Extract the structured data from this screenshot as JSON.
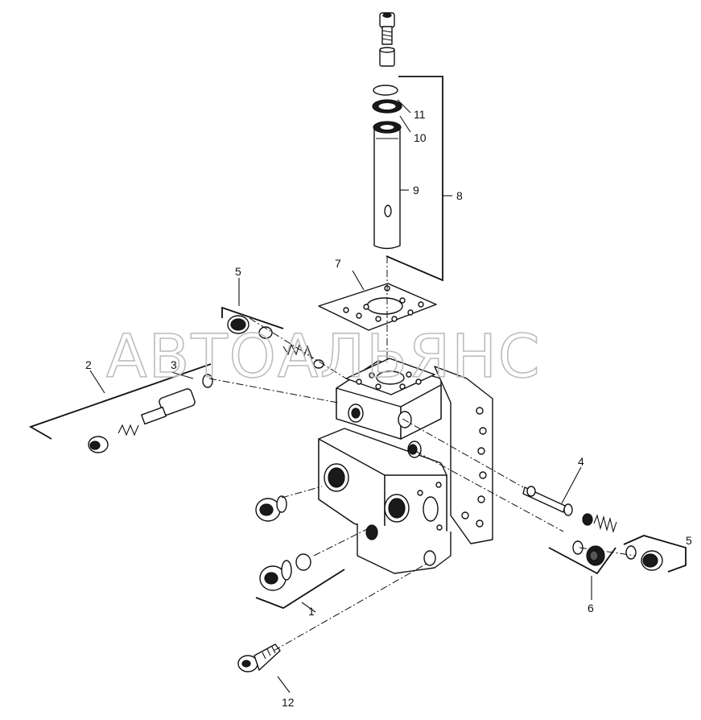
{
  "watermark": "АВТОАЛЬЯНС",
  "callouts": {
    "c1": "1",
    "c2": "2",
    "c3": "3",
    "c4": "4",
    "c5a": "5",
    "c5b": "5",
    "c6": "6",
    "c7": "7",
    "c8": "8",
    "c9": "9",
    "c10": "10",
    "c11": "11",
    "c12": "12"
  }
}
